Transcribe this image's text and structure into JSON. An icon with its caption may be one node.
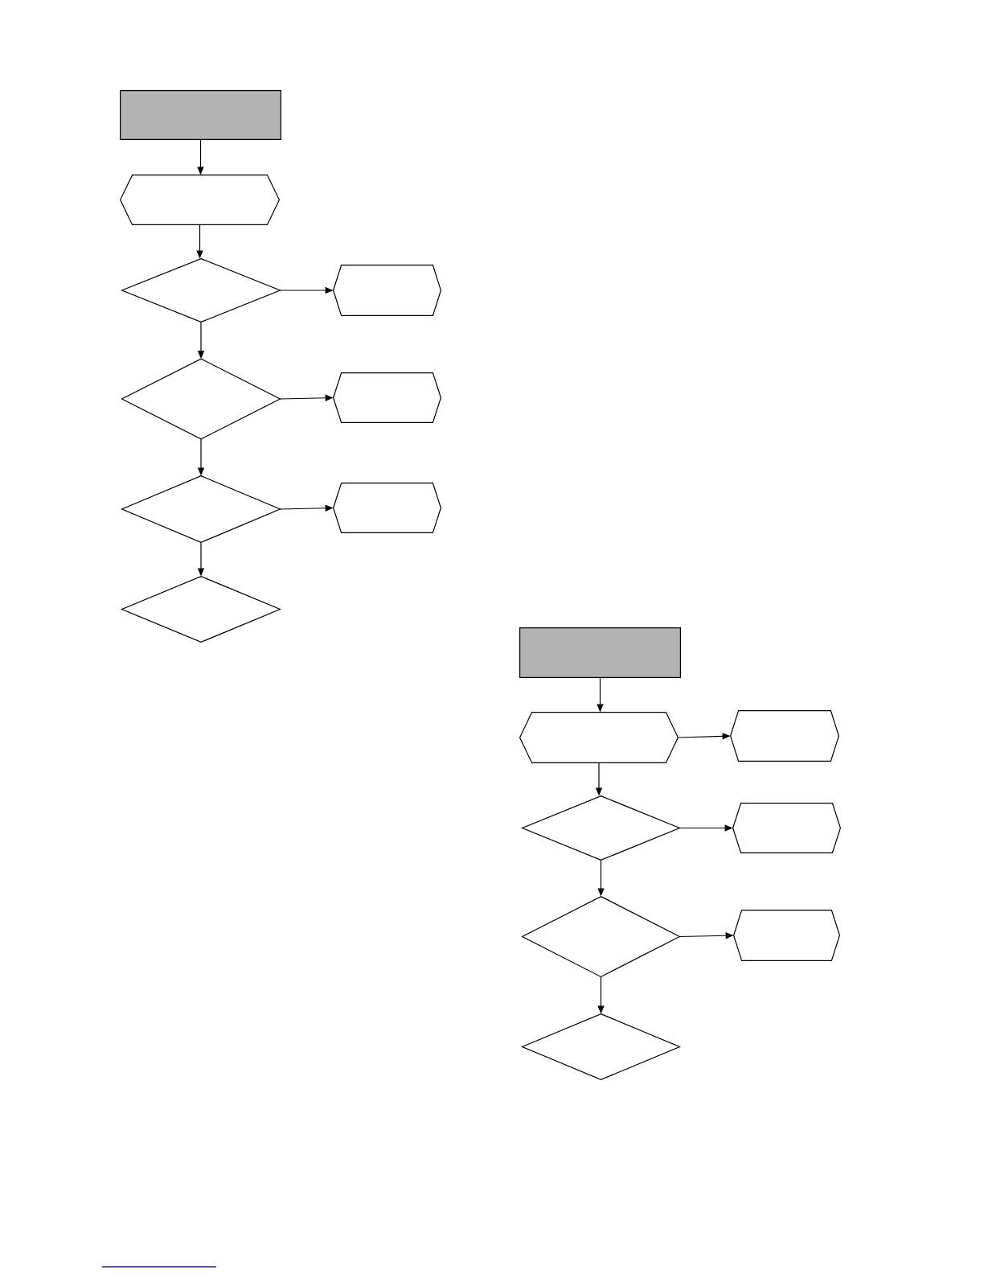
{
  "diagram": {
    "nodes": [
      {
        "text": [],
        "shape": "box"
      },
      {
        "text": [],
        "shape": "hexagon"
      },
      {
        "text": [],
        "shape": "diamond"
      },
      {
        "text": [],
        "shape": "hexagon"
      },
      {
        "text": [],
        "shape": "diamond"
      },
      {
        "text": [],
        "shape": "hexagon"
      },
      {
        "text": [],
        "shape": "diamond"
      },
      {
        "text": [],
        "shape": "hexagon"
      },
      {
        "text": [],
        "shape": "diamond"
      },
      {
        "text": [],
        "shape": "box"
      },
      {
        "text": [],
        "shape": "hexagon"
      },
      {
        "text": [],
        "shape": "hexagon"
      },
      {
        "text": [],
        "shape": "diamond"
      },
      {
        "text": [],
        "shape": "hexagon"
      },
      {
        "text": [],
        "shape": "diamond"
      },
      {
        "text": [],
        "shape": "hexagon"
      },
      {
        "text": [],
        "shape": "diamond"
      }
    ],
    "edges": [
      {
        "from": 0,
        "to": 1,
        "arrow": "to"
      },
      {
        "from": 1,
        "to": 2,
        "arrow": "to"
      },
      {
        "from": 2,
        "to": 3,
        "arrow": "to"
      },
      {
        "from": 2,
        "to": 4,
        "arrow": "to"
      },
      {
        "from": 4,
        "to": 5,
        "arrow": "to"
      },
      {
        "from": 4,
        "to": 6,
        "arrow": "to"
      },
      {
        "from": 6,
        "to": 7,
        "arrow": "to"
      },
      {
        "from": 6,
        "to": 8,
        "arrow": "to"
      },
      {
        "from": 9,
        "to": 10,
        "arrow": "to"
      },
      {
        "from": 10,
        "to": 11,
        "arrow": "to"
      },
      {
        "from": 10,
        "to": 12,
        "arrow": "to"
      },
      {
        "from": 12,
        "to": 13,
        "arrow": "to"
      },
      {
        "from": 12,
        "to": 14,
        "arrow": "to"
      },
      {
        "from": 14,
        "to": 15,
        "arrow": "to"
      },
      {
        "from": 14,
        "to": 16,
        "arrow": "to"
      }
    ]
  }
}
